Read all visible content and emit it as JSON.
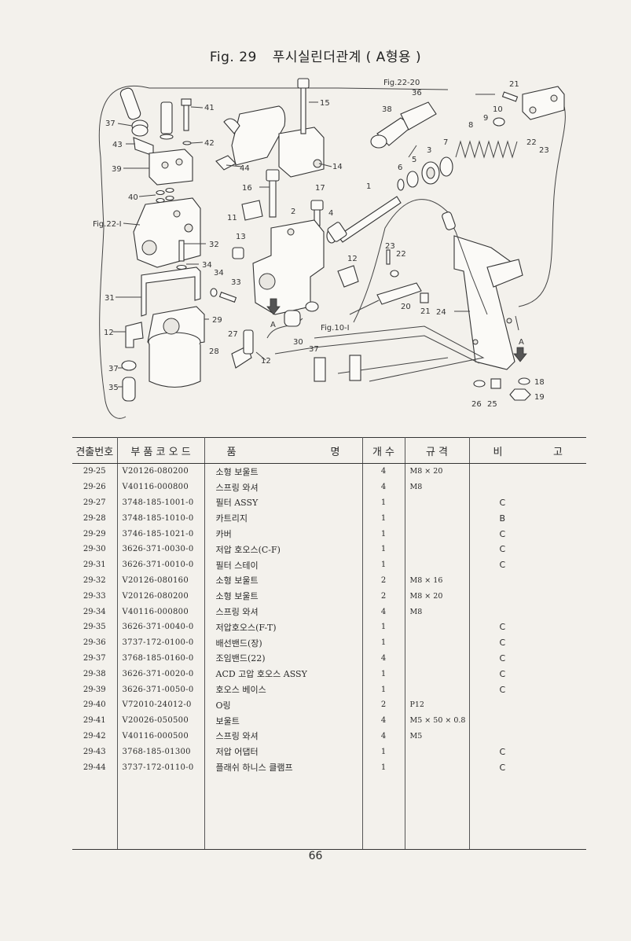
{
  "figure": {
    "number": "Fig. 29",
    "title": "푸시실린더관계 ( A형용 )",
    "labels": [
      "41",
      "42",
      "43",
      "37",
      "39",
      "40",
      "Fig.22-I",
      "32",
      "34",
      "34",
      "33",
      "31",
      "12",
      "37",
      "35",
      "29",
      "27",
      "28",
      "12",
      "15",
      "44",
      "14",
      "16",
      "17",
      "11",
      "2",
      "4",
      "13",
      "1",
      "12",
      "Fig.22-20",
      "36",
      "38",
      "21",
      "10",
      "9",
      "8",
      "7",
      "3",
      "5",
      "6",
      "22",
      "23",
      "23",
      "22",
      "20",
      "21",
      "24",
      "30",
      "37",
      "Fig.10-I",
      "18",
      "19",
      "26",
      "25",
      "A",
      "A"
    ]
  },
  "table": {
    "headers": [
      "견출번호",
      "부 품 코 오 드",
      "품",
      "명",
      "개 수",
      "규 격",
      "비",
      "고"
    ],
    "rows": [
      {
        "no": "29-25",
        "code": "V20126-080200",
        "name": "소형 보울트",
        "qty": "4",
        "spec": "M8 × 20",
        "remark": ""
      },
      {
        "no": "29-26",
        "code": "V40116-000800",
        "name": "스프링 와셔",
        "qty": "4",
        "spec": "M8",
        "remark": ""
      },
      {
        "no": "29-27",
        "code": "3748-185-1001-0",
        "name": "필터 ASSY",
        "qty": "1",
        "spec": "",
        "remark": "C"
      },
      {
        "no": "29-28",
        "code": "3748-185-1010-0",
        "name": "카트리지",
        "qty": "1",
        "spec": "",
        "remark": "B"
      },
      {
        "no": "29-29",
        "code": "3746-185-1021-0",
        "name": "카버",
        "qty": "1",
        "spec": "",
        "remark": "C"
      },
      {
        "no": "29-30",
        "code": "3626-371-0030-0",
        "name": "저압 호오스(C-F)",
        "qty": "1",
        "spec": "",
        "remark": "C"
      },
      {
        "no": "29-31",
        "code": "3626-371-0010-0",
        "name": "필터 스테이",
        "qty": "1",
        "spec": "",
        "remark": "C"
      },
      {
        "no": "29-32",
        "code": "V20126-080160",
        "name": "소형 보울트",
        "qty": "2",
        "spec": "M8 × 16",
        "remark": ""
      },
      {
        "no": "29-33",
        "code": "V20126-080200",
        "name": "소형 보울트",
        "qty": "2",
        "spec": "M8 × 20",
        "remark": ""
      },
      {
        "no": "29-34",
        "code": "V40116-000800",
        "name": "스프링 와셔",
        "qty": "4",
        "spec": "M8",
        "remark": ""
      },
      {
        "no": "29-35",
        "code": "3626-371-0040-0",
        "name": "저압호오스(F-T)",
        "qty": "1",
        "spec": "",
        "remark": "C"
      },
      {
        "no": "29-36",
        "code": "3737-172-0100-0",
        "name": "배선밴드(장)",
        "qty": "1",
        "spec": "",
        "remark": "C"
      },
      {
        "no": "29-37",
        "code": "3768-185-0160-0",
        "name": "조임밴드(22)",
        "qty": "4",
        "spec": "",
        "remark": "C"
      },
      {
        "no": "29-38",
        "code": "3626-371-0020-0",
        "name": "ACD 고압 호오스 ASSY",
        "qty": "1",
        "spec": "",
        "remark": "C"
      },
      {
        "no": "29-39",
        "code": "3626-371-0050-0",
        "name": "호오스 베이스",
        "qty": "1",
        "spec": "",
        "remark": "C"
      },
      {
        "no": "29-40",
        "code": "V72010-24012-0",
        "name": "O링",
        "qty": "2",
        "spec": "P12",
        "remark": ""
      },
      {
        "no": "29-41",
        "code": "V20026-050500",
        "name": "보울트",
        "qty": "4",
        "spec": "M5 × 50 × 0.8",
        "remark": ""
      },
      {
        "no": "29-42",
        "code": "V40116-000500",
        "name": "스프링 와셔",
        "qty": "4",
        "spec": "M5",
        "remark": ""
      },
      {
        "no": "29-43",
        "code": "3768-185-01300",
        "name": "저압 어댑터",
        "qty": "1",
        "spec": "",
        "remark": "C"
      },
      {
        "no": "29-44",
        "code": "3737-172-0110-0",
        "name": "플래쉬 하니스 클램프",
        "qty": "1",
        "spec": "",
        "remark": "C"
      }
    ]
  },
  "page_number": "66"
}
